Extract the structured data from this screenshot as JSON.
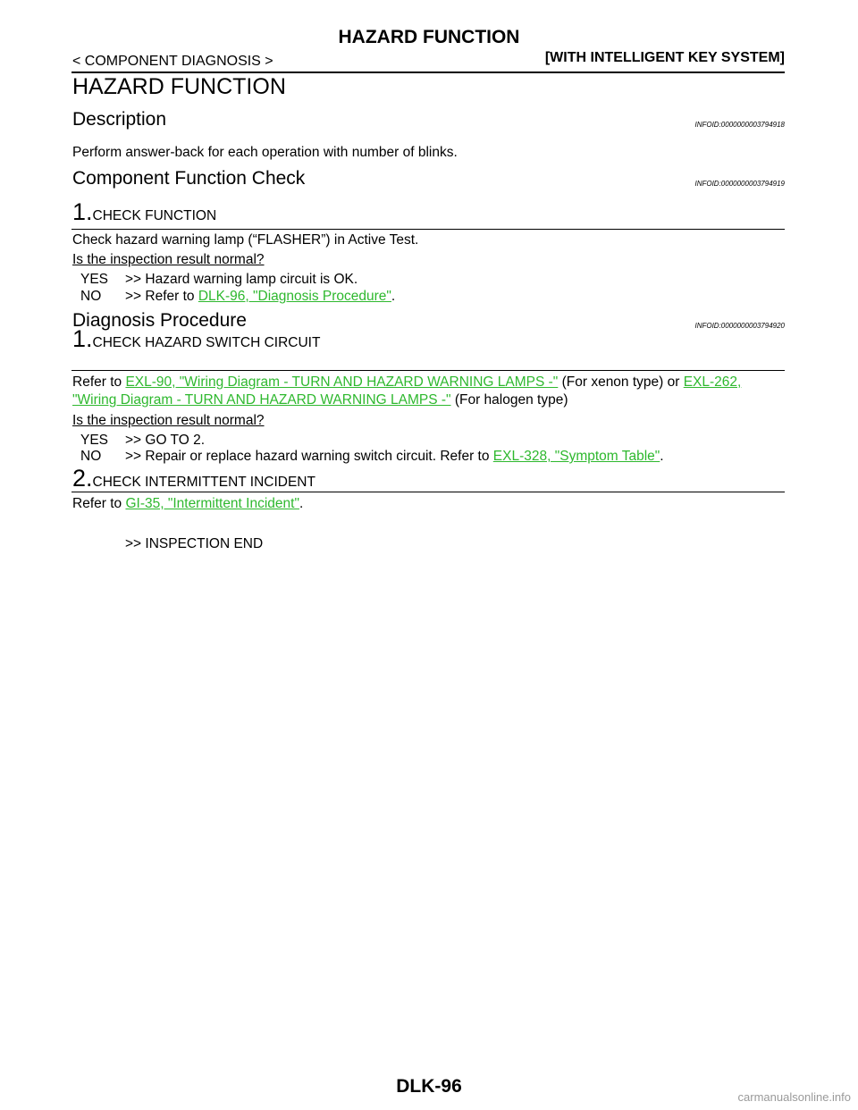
{
  "header": {
    "title": "HAZARD FUNCTION",
    "breadcrumb": "< COMPONENT DIAGNOSIS >",
    "system": "[WITH INTELLIGENT KEY SYSTEM]"
  },
  "page_title": "HAZARD FUNCTION",
  "description": {
    "heading": "Description",
    "infoid": "INFOID:0000000003794918",
    "text": "Perform answer-back for each operation with number of blinks."
  },
  "component_check": {
    "heading": "Component  Function  Check",
    "infoid": "INFOID:0000000003794919",
    "step_num": "1.",
    "step_title": "CHECK FUNCTION",
    "instruction": "Check hazard warning lamp (“FLASHER”) in Active Test.",
    "question": "Is the inspection result normal?",
    "yes_key": "YES",
    "yes_text": ">> Hazard warning lamp circuit is OK.",
    "no_key": "NO",
    "no_text": ">> Refer to ",
    "no_link": "DLK-96, \"Diagnosis Procedure\"",
    "no_end": "."
  },
  "diagnosis": {
    "heading": "Diagnosis Procedure",
    "infoid": "INFOID:0000000003794920",
    "step1_num": "1.",
    "step1_title": "CHECK HAZARD SWITCH CIRCUIT",
    "refer_prefix": "Refer to ",
    "link1": "EXL-90, \"Wiring Diagram - TURN AND HAZARD WARNING LAMPS -\"",
    "mid_text": " (For xenon type) or ",
    "link2a": "EXL-262,",
    "link2b": "\"Wiring Diagram - TURN AND HAZARD WARNING LAMPS -\"",
    "end_text": " (For halogen type)",
    "question": "Is the inspection result normal?",
    "yes_key": "YES",
    "yes_text": ">> GO TO 2.",
    "no_key": "NO",
    "no_text": ">> Repair or replace hazard warning switch circuit. Refer to ",
    "no_link": "EXL-328, \"Symptom Table\"",
    "no_end": ".",
    "step2_num": "2.",
    "step2_title": "CHECK INTERMITTENT INCIDENT",
    "refer2_prefix": "Refer to ",
    "link3": "GI-35, \"Intermittent Incident\"",
    "refer2_end": ".",
    "end_text2": ">> INSPECTION END"
  },
  "footer": {
    "page_number": "DLK-96",
    "watermark": "carmanualsonline.info"
  }
}
